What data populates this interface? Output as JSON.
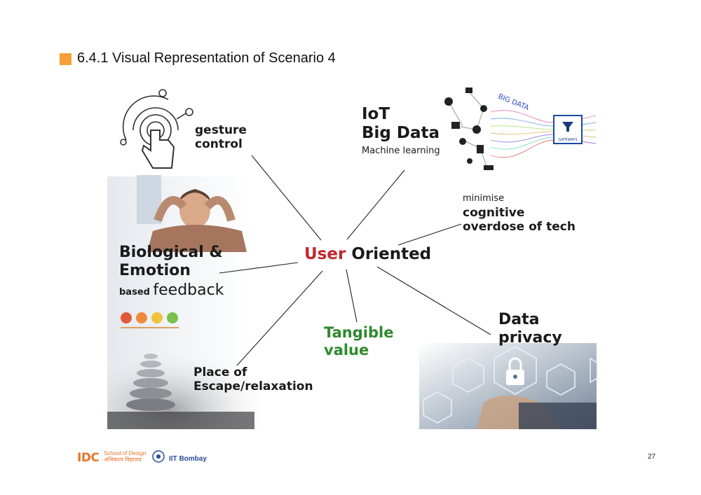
{
  "slide": {
    "title": "6.4.1 Visual Representation of Scenario 4",
    "page_number": "27"
  },
  "center": {
    "user": "User",
    "oriented": "Oriented"
  },
  "nodes": {
    "gesture": {
      "line1": "gesture",
      "line2": "control"
    },
    "iot": {
      "line1": "IoT",
      "line2": "Big Data",
      "line3": "Machine learning"
    },
    "cognitive": {
      "line1": "minimise",
      "line2": "cognitive",
      "line3": "overdose of tech"
    },
    "bio": {
      "line1": "Biological &",
      "line2": "Emotion",
      "prefix": "based",
      "suffix": "feedback"
    },
    "tangible": {
      "line1": "Tangible",
      "line2": "value"
    },
    "privacy": {
      "line1": "Data",
      "line2": "privacy"
    },
    "escape": {
      "line1": "Place of",
      "line2": "Escape/relaxation"
    }
  },
  "iot_graphic": {
    "big_data": "BIG DATA",
    "gateways": "GATEWAYS"
  },
  "footer": {
    "idc": "IDC",
    "school_line1": "School of Design",
    "school_line2": "अभिकल्प विद्यालय",
    "iit": "IIT Bombay"
  },
  "colors": {
    "accent_square": "#f4a13a",
    "user_red": "#c0282d",
    "tangible_green": "#2e8a2e",
    "footer_orange": "#e8742a",
    "iit_blue": "#2a4a9a"
  }
}
